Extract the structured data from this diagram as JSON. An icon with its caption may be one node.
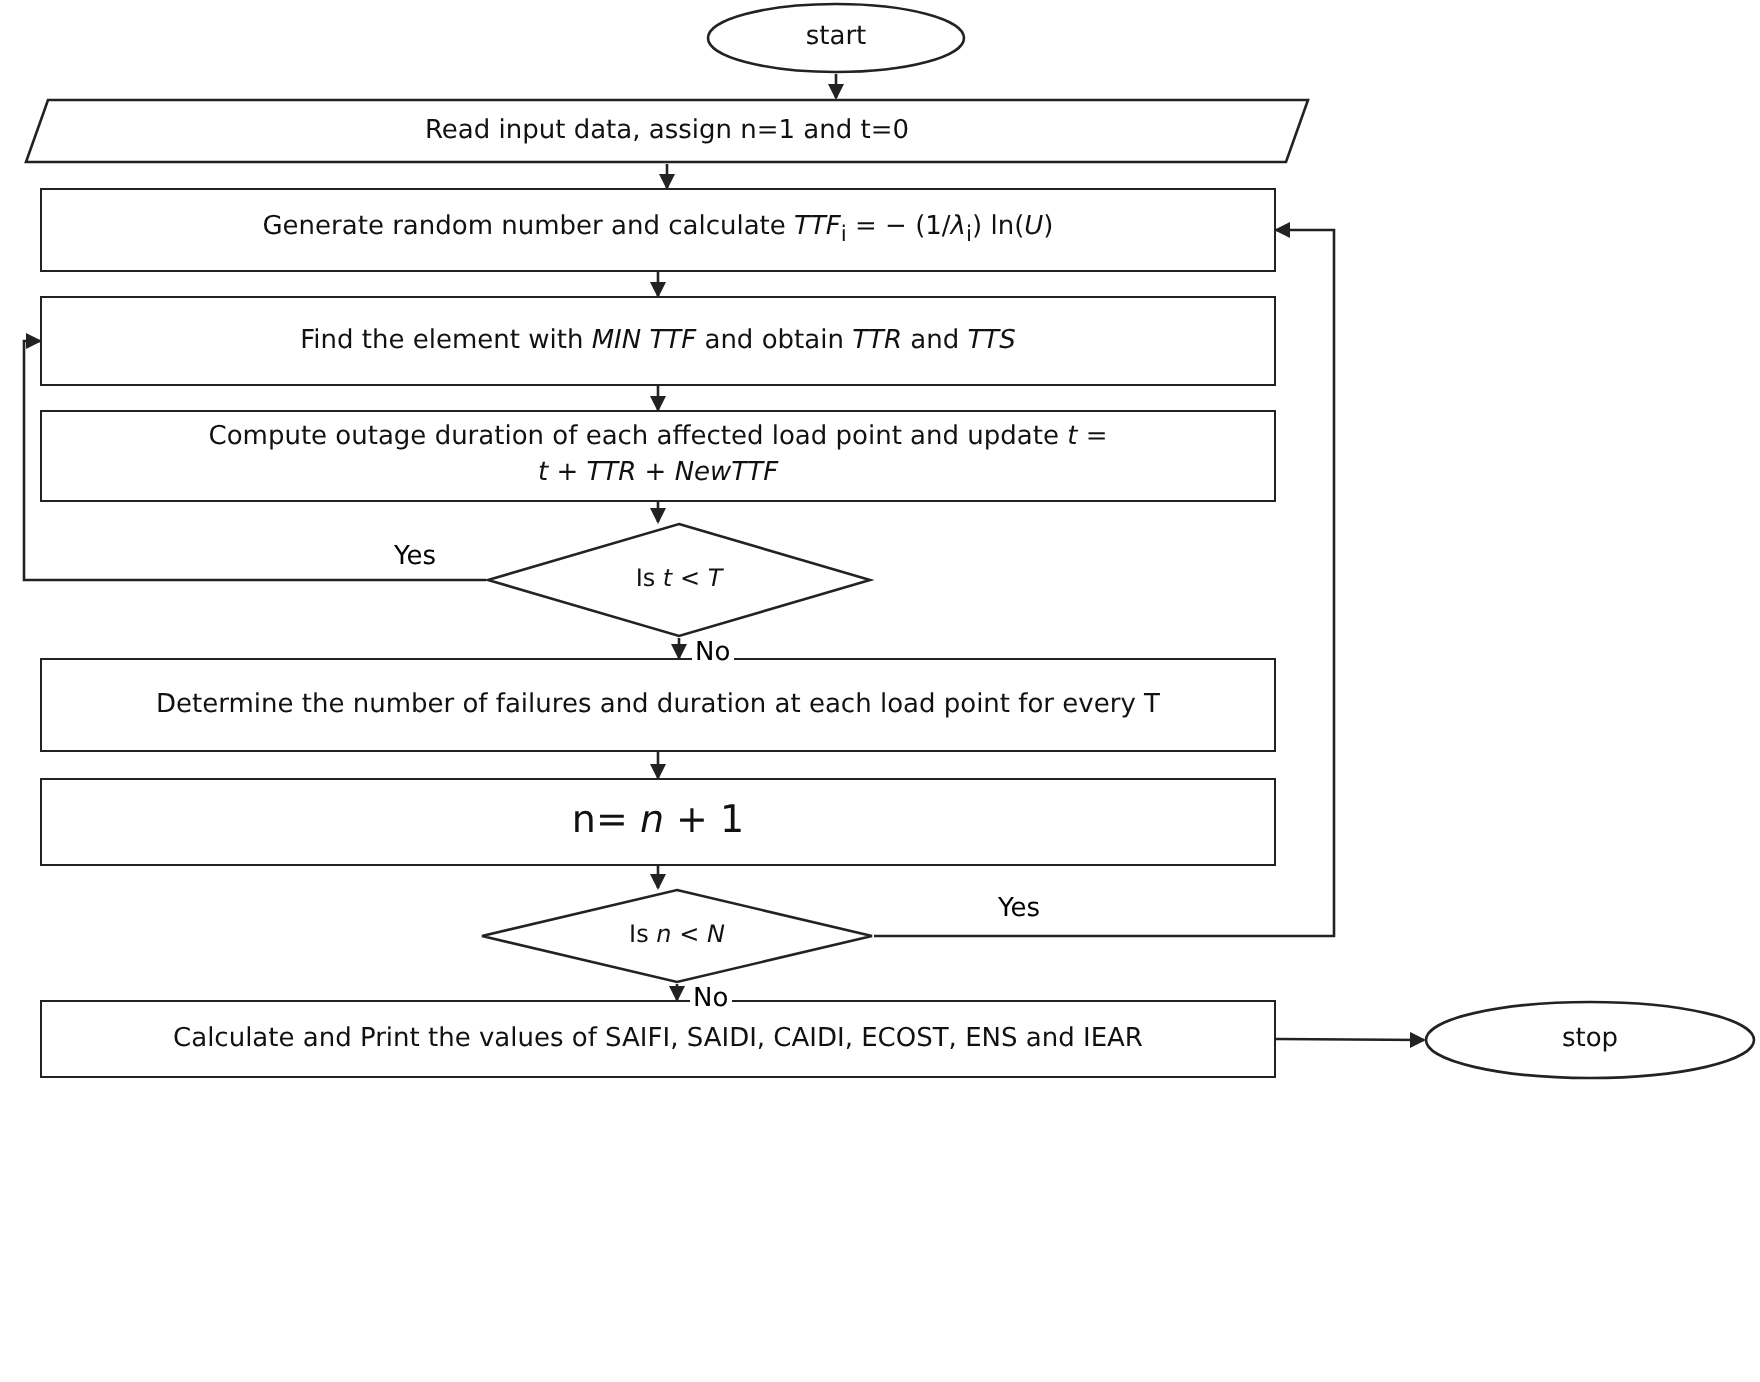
{
  "diagram": {
    "nodes": [
      {
        "text": [
          "start"
        ]
      },
      {
        "text": [
          "Read input data, assign n=1 and t=0"
        ]
      },
      {
        "text": [
          "Generate random number and calculate *TTF*$_{i}$ = − (1/*λ*$_{i}$) ln(*U*)"
        ]
      },
      {
        "text": [
          "Find the element with *MIN TTF* and obtain *TTR* and *TTS*"
        ]
      },
      {
        "text": [
          "Compute outage duration of each affected load point and update *t* = *t* + *TTR* + *NewTTF*"
        ]
      },
      {
        "text": [
          "Is *t* < *T*"
        ]
      },
      {
        "text": [
          "Determine the number of failures and duration at each load point for every T"
        ]
      },
      {
        "text": [
          "n= *n* + 1"
        ]
      },
      {
        "text": [
          "Is *n* < *N*"
        ]
      },
      {
        "text": [
          "Calculate and Print the values of SAIFI, SAIDI, CAIDI, ECOST, ENS and IEAR"
        ]
      },
      {
        "text": [
          "stop"
        ]
      }
    ],
    "edges": [
      {
        "from": 0,
        "to": 1,
        "arrow": "to"
      },
      {
        "from": 1,
        "to": 2,
        "arrow": "to"
      },
      {
        "from": 2,
        "to": 3,
        "arrow": "to"
      },
      {
        "from": 3,
        "to": 4,
        "arrow": "to"
      },
      {
        "from": 4,
        "to": 5,
        "arrow": "to"
      },
      {
        "from": 5,
        "to": 3,
        "arrow": "to",
        "label": "Yes"
      },
      {
        "from": 5,
        "to": 6,
        "arrow": "to",
        "label": "No"
      },
      {
        "from": 6,
        "to": 7,
        "arrow": "to"
      },
      {
        "from": 7,
        "to": 8,
        "arrow": "to"
      },
      {
        "from": 8,
        "to": 2,
        "arrow": "to",
        "label": "Yes"
      },
      {
        "from": 8,
        "to": 9,
        "arrow": "to",
        "label": "No"
      },
      {
        "from": 9,
        "to": 10,
        "arrow": "to"
      }
    ]
  }
}
